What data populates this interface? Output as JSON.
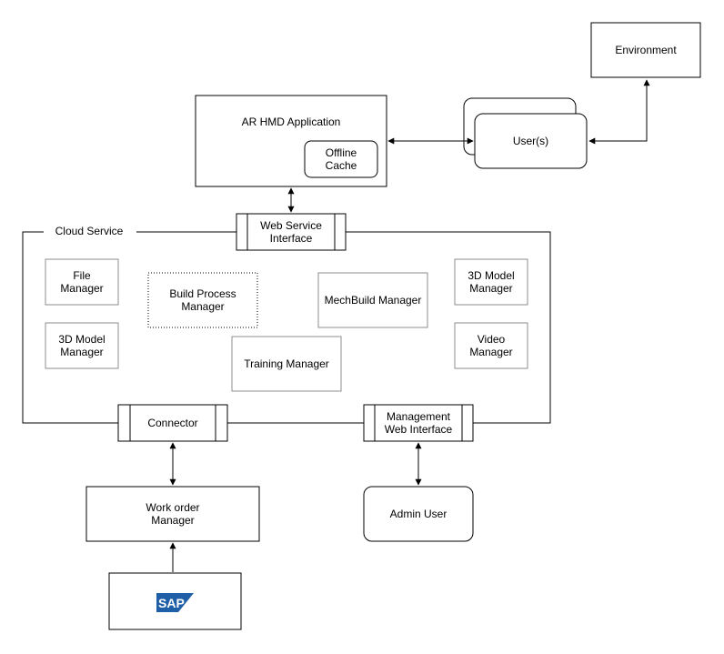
{
  "nodes": {
    "environment": "Environment",
    "ar_hmd": "AR HMD Application",
    "offline_cache": "Offline\nCache",
    "users": "User(s)",
    "cloud_service": "Cloud Service",
    "web_service_interface": "Web Service\nInterface",
    "file_manager": "File\nManager",
    "model_manager_left": "3D Model\nManager",
    "build_process_manager": "Build Process\nManager",
    "mechbuild_manager": "MechBuild Manager",
    "model_manager_right": "3D Model\nManager",
    "training_manager": "Training Manager",
    "video_manager": "Video\nManager",
    "connector": "Connector",
    "management_web_interface": "Management\nWeb Interface",
    "work_order_manager": "Work order\nManager",
    "admin_user": "Admin User",
    "sap_logo": "SAP"
  },
  "colors": {
    "stroke": "#000000",
    "grey_stroke": "#8c8c8c",
    "sap_blue": "#1f5fa8"
  }
}
